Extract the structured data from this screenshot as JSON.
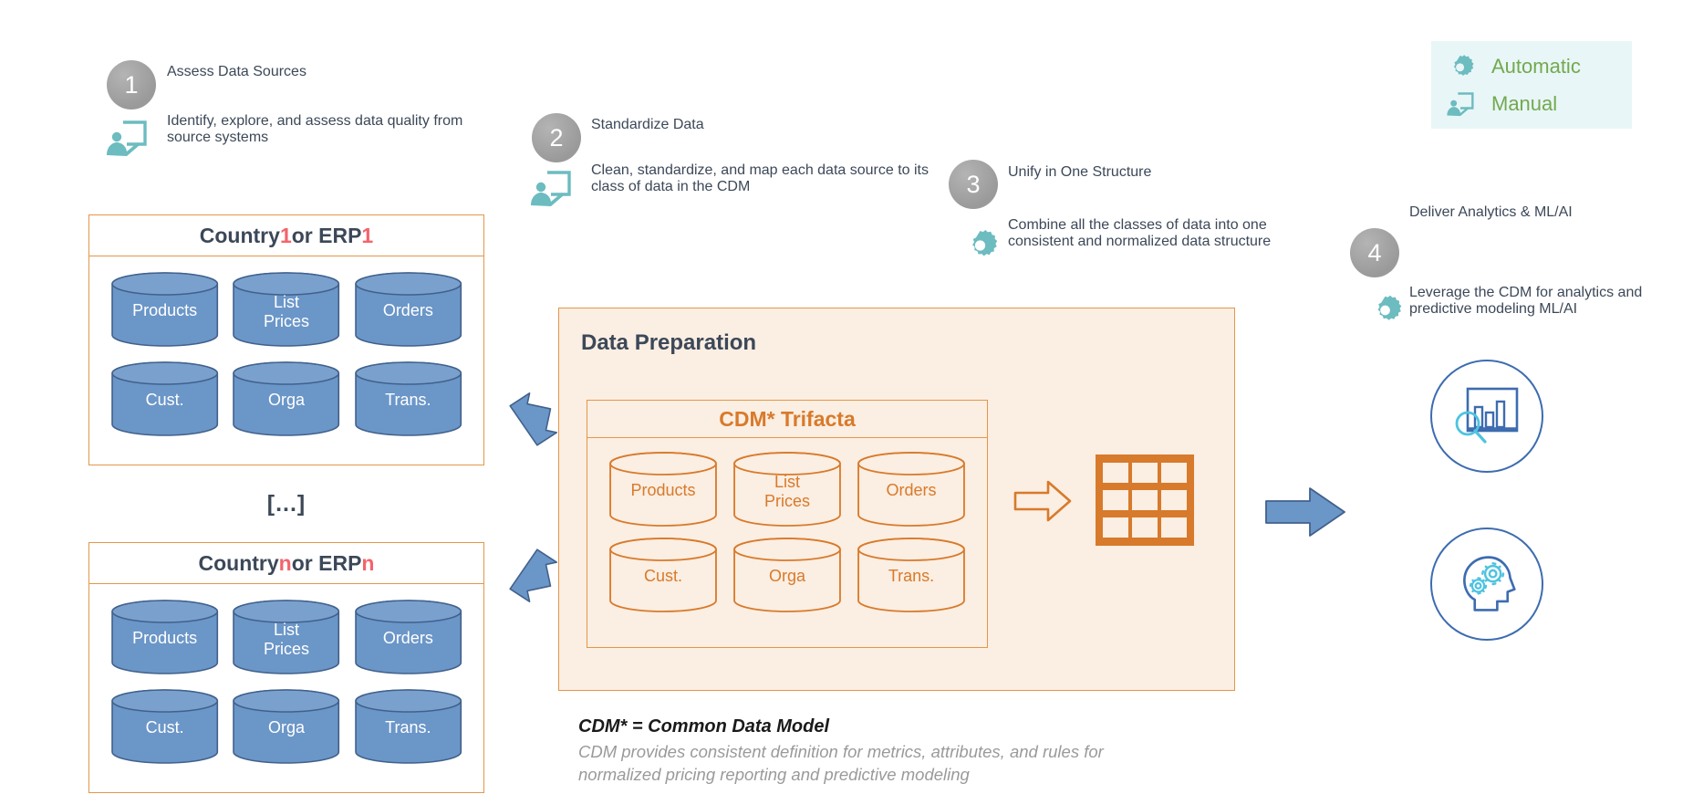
{
  "legend": {
    "items": [
      {
        "icon": "gear-icon",
        "label": "Automatic"
      },
      {
        "icon": "presenter-screen-icon",
        "label": "Manual"
      }
    ],
    "background": "#e8f6f7",
    "label_color": "#73a94e",
    "icon_color": "#6cbcc0"
  },
  "steps": [
    {
      "number": "1",
      "title": "Assess Data Sources",
      "desc": "Identify, explore, and assess\ndata quality from source\nsystems",
      "icon": "presenter-screen-icon"
    },
    {
      "number": "2",
      "title": "Standardize Data",
      "desc": "Clean, standardize, and map each\ndata source to its class of data in\nthe CDM",
      "icon": "presenter-screen-icon"
    },
    {
      "number": "3",
      "title": "Unify in One Structure",
      "desc": "Combine all the classes of data\ninto one consistent and\nnormalized data structure",
      "icon": "gear-icon"
    },
    {
      "number": "4",
      "title": "Deliver Analytics &\nML/AI",
      "desc": "Leverage the CDM for analytics\nand predictive modeling ML/AI",
      "icon": "gear-icon"
    }
  ],
  "sources": {
    "ellipsis": "[...]",
    "boxes": [
      {
        "title_prefix": "Country ",
        "title_index": "1",
        "title_mid": " or ERP ",
        "title_index2": "1",
        "cylinders": [
          "Products",
          "List\nPrices",
          "Orders",
          "Cust.",
          "Orga",
          "Trans."
        ]
      },
      {
        "title_prefix": "Country ",
        "title_index": "n",
        "title_mid": " or ERP ",
        "title_index2": "n",
        "cylinders": [
          "Products",
          "List\nPrices",
          "Orders",
          "Cust.",
          "Orga",
          "Trans."
        ]
      }
    ]
  },
  "preparation": {
    "title": "Data Preparation",
    "cdm_title": "CDM* Trifacta",
    "cylinders": [
      "Products",
      "List\nPrices",
      "Orders",
      "Cust.",
      "Orga",
      "Trans."
    ],
    "table_icon": "grid-table-icon",
    "arrow_icon": "arrow-right-outline-icon"
  },
  "footnote": {
    "title": "CDM* = Common Data Model",
    "body": "CDM provides consistent definition for metrics, attributes, and rules for\nnormalized pricing reporting and predictive modeling"
  },
  "outcomes": [
    {
      "icon": "analytics-chart-magnifier-icon"
    },
    {
      "icon": "head-gears-ai-icon"
    }
  ],
  "arrows": [
    {
      "name": "arrow-down-right-icon"
    },
    {
      "name": "arrow-up-right-icon"
    },
    {
      "name": "arrow-right-blue-icon"
    }
  ],
  "colors": {
    "accent_blue": "#5b91d0",
    "cylinder_blue": "#6b96c8",
    "orange": "#d87a2b",
    "orange_border": "#e3974a",
    "peach_fill": "#fbeee2",
    "teal": "#6cbcc0",
    "red_index": "#f4636b",
    "gray_circle": "#9a9a9a",
    "outcome_blue": "#3d6cb0"
  }
}
